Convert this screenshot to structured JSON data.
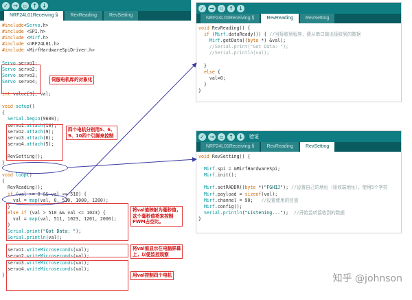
{
  "left": {
    "tabs": [
      "NRF24L01Receiving §",
      "RevReading",
      "RevSetting"
    ],
    "code": [
      "#include<Servo.h>",
      "#include <SPI.h>",
      "#include <Mirf.h>",
      "#include <nRF24L01.h>",
      "#include <MirfHardwareSpiDriver.h>",
      "",
      "Servo servo1;",
      "Servo servo2;",
      "Servo servo3;",
      "Servo servo4;",
      "",
      "int value[3], val;",
      "",
      "void setup()",
      "{",
      "  Serial.begin(9600);",
      "  servo1.attach(10);",
      "  servo2.attach(9);",
      "  servo3.attach(6);",
      "  servo4.attach(5);",
      "",
      "  RevSetting();",
      "}",
      "",
      "void loop()",
      "{",
      "  RevReading();",
      "  if (val >= 0 && val <= 510) {",
      "    val = map(val, 0, 510, 1000, 1200);",
      "  }",
      "  else if (val > 510 && val <= 1023) {",
      "    val = map(val, 511, 1023, 1201, 2000);",
      "  }",
      "  Serial.print(\"Got Data: \");",
      "  Serial.println(val);",
      "",
      "  servo1.writeMicroseconds(val);",
      "  servo2.writeMicroseconds(val);",
      "  servo3.writeMicroseconds(val);",
      "  servo4.writeMicroseconds(val);",
      "}"
    ],
    "notes": {
      "servo_objects": "伺服电机库的对象化",
      "pins": "四个电机分别用5、6、\n9、10四个引脚来控制",
      "pwm": "将val值映射为毫秒值，\n这个毫秒值将来控制\nPWM占空比。",
      "serial": "将val值显示在电脑屏幕\n上，以便监控观察",
      "servo_ctrl": "用val控制四个电机"
    }
  },
  "top_right": {
    "tabs": [
      "NRF24L01Receiving §",
      "RevReading",
      "RevSetting"
    ],
    "code": [
      "void RevReading() {",
      "  if (Mirf.dataReady()) { //当接收到程序，便从串口输出接收到的数据",
      "    Mirf.getData((byte *) &val);",
      "    //Serial.print(\"Got Data: \");",
      "    //Serial.println(val);",
      "",
      "  }",
      "  else {",
      "    val=0;",
      "  }",
      "}"
    ]
  },
  "bottom_right": {
    "toolbar_label": "验证",
    "tabs": [
      "NRF24L01Receiving §",
      "RevReading",
      "RevSetting"
    ],
    "code": [
      "void RevSetting() {",
      "",
      "  Mirf.spi = &MirfHardwareSpi;",
      "  Mirf.init();",
      "",
      "  Mirf.setRADDR((byte *)\"FGHIJ\"); //设置自己的地址（接收端地址），使用5个字符",
      "  Mirf.payload = sizeof(val);",
      "  Mirf.channel = 90;   //设置使用的信道",
      "  Mirf.config();",
      "  Serial.println(\"Listening...\");  //开始监听接收到的数据",
      "}"
    ]
  },
  "watermark": "知乎 @johnson",
  "colors": {
    "toolbar": "#0f7d81",
    "tabbar": "#0a5b60",
    "annotation": "#e23b3b",
    "ellipse": "#3a3aa0"
  },
  "icons": [
    "verify-icon",
    "upload-icon",
    "new-icon",
    "open-icon",
    "save-icon"
  ]
}
